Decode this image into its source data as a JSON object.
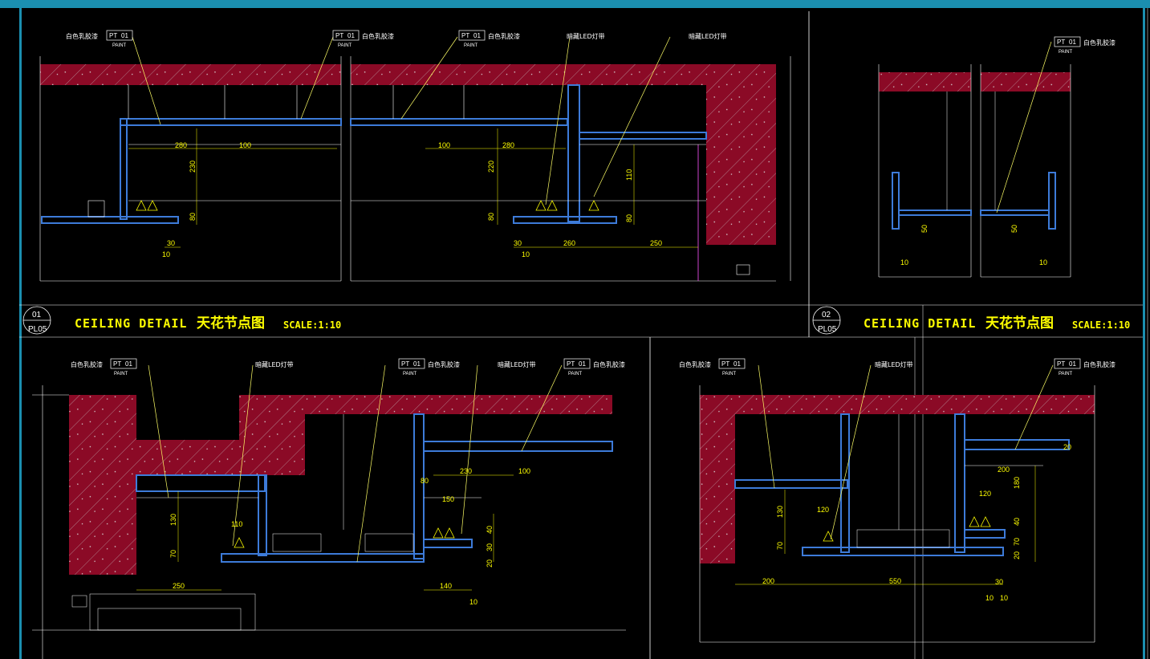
{
  "colors": {
    "background": "#000000",
    "frame": "#1b8fb0",
    "concrete": "#8b0a26",
    "dimension": "#ffff00",
    "board": "#3d7bd9",
    "leader": "#ffff66"
  },
  "materials": {
    "paint_white": "白色乳胶漆",
    "tag_code": "PT",
    "tag_num": "01",
    "tag_sub": "PAINT",
    "led_strip": "暗藏LED灯带"
  },
  "titles": [
    {
      "num": "01",
      "sheet": "PL05",
      "en": "CEILING  DETAIL",
      "cn": "天花节点图",
      "scale": "SCALE:1:10"
    },
    {
      "num": "02",
      "sheet": "PL05",
      "en": "CEILING  DETAIL",
      "cn": "天花节点图",
      "scale": "SCALE:1:10"
    }
  ],
  "dims": {
    "d1": [
      "280",
      "100",
      "230",
      "80",
      "30",
      "10"
    ],
    "d2": [
      "100",
      "280",
      "220",
      "80",
      "30",
      "10",
      "260",
      "250",
      "110",
      "80"
    ],
    "d3": [
      "50",
      "10",
      "50",
      "10"
    ],
    "d4": [
      "250",
      "130",
      "70",
      "110",
      "230",
      "100",
      "80",
      "150",
      "40",
      "30",
      "20",
      "140",
      "10"
    ],
    "d5": [
      "200",
      "550",
      "130",
      "70",
      "120",
      "200",
      "120",
      "180",
      "40",
      "70",
      "20",
      "20",
      "30",
      "10",
      "10"
    ]
  }
}
